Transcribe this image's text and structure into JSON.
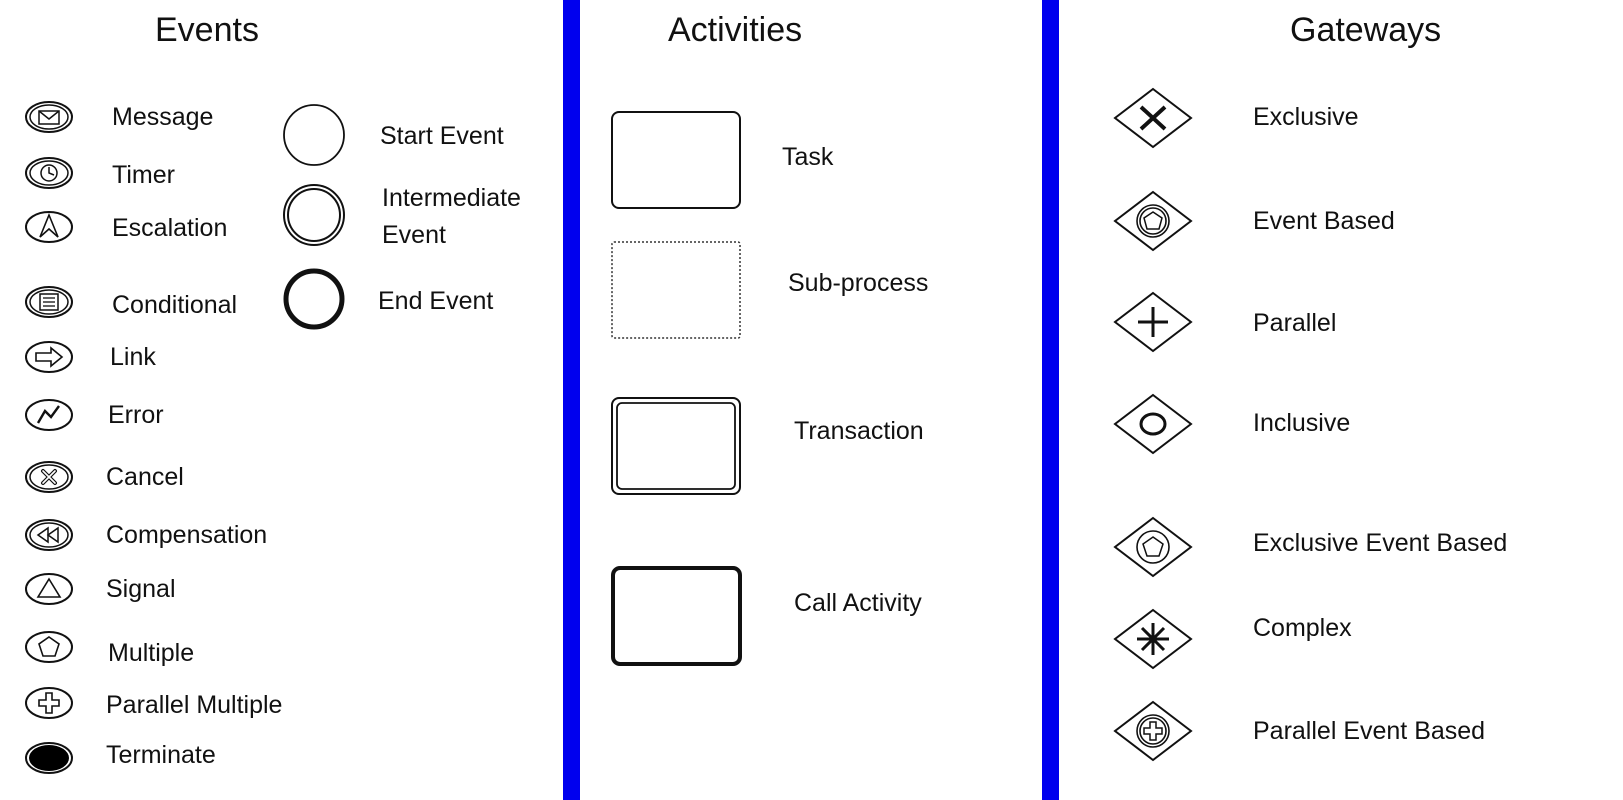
{
  "colors": {
    "separator": "#0000ee",
    "stroke": "#111111",
    "background": "#ffffff"
  },
  "events": {
    "title": "Events",
    "types": [
      {
        "label": "Message",
        "icon": "message-event-icon"
      },
      {
        "label": "Timer",
        "icon": "timer-event-icon"
      },
      {
        "label": "Escalation",
        "icon": "escalation-event-icon"
      },
      {
        "label": "Conditional",
        "icon": "conditional-event-icon"
      },
      {
        "label": "Link",
        "icon": "link-event-icon"
      },
      {
        "label": "Error",
        "icon": "error-event-icon"
      },
      {
        "label": "Cancel",
        "icon": "cancel-event-icon"
      },
      {
        "label": "Compensation",
        "icon": "compensation-event-icon"
      },
      {
        "label": "Signal",
        "icon": "signal-event-icon"
      },
      {
        "label": "Multiple",
        "icon": "multiple-event-icon"
      },
      {
        "label": "Parallel Multiple",
        "icon": "parallel-multiple-event-icon"
      },
      {
        "label": "Terminate",
        "icon": "terminate-event-icon"
      }
    ],
    "kinds": [
      {
        "label": "Start Event",
        "icon": "start-event-icon"
      },
      {
        "label_line1": "Intermediate",
        "label_line2": "Event",
        "icon": "intermediate-event-icon"
      },
      {
        "label": "End Event",
        "icon": "end-event-icon"
      }
    ]
  },
  "activities": {
    "title": "Activities",
    "items": [
      {
        "label": "Task",
        "icon": "task-icon"
      },
      {
        "label": "Sub-process",
        "icon": "sub-process-icon"
      },
      {
        "label": "Transaction",
        "icon": "transaction-icon"
      },
      {
        "label": "Call Activity",
        "icon": "call-activity-icon"
      }
    ]
  },
  "gateways": {
    "title": "Gateways",
    "items": [
      {
        "label": "Exclusive",
        "icon": "exclusive-gateway-icon"
      },
      {
        "label": "Event Based",
        "icon": "event-based-gateway-icon"
      },
      {
        "label": "Parallel",
        "icon": "parallel-gateway-icon"
      },
      {
        "label": "Inclusive",
        "icon": "inclusive-gateway-icon"
      },
      {
        "label": "Exclusive Event Based",
        "icon": "exclusive-event-based-gateway-icon"
      },
      {
        "label": "Complex",
        "icon": "complex-gateway-icon"
      },
      {
        "label": "Parallel Event Based",
        "icon": "parallel-event-based-gateway-icon"
      }
    ]
  }
}
